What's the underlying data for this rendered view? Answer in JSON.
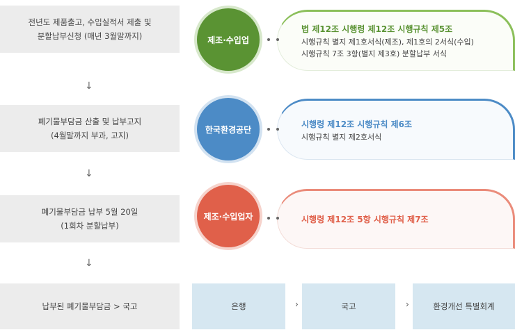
{
  "steps": [
    {
      "line1": "전년도 제품출고, 수입실적서 제출 및",
      "line2": "분할납부신청 (매년 3월말까지)"
    },
    {
      "line1": "폐기물부담금 산출 및 납부고지",
      "line2": "(4월말까지 부과, 고지)"
    },
    {
      "line1": "폐기물부담금 납부 5월 20일",
      "line2": "(1회차 분할납부)"
    },
    {
      "line1": "납부된 폐기물부담금 > 국고"
    }
  ],
  "arrow_glyph": "↓",
  "circles": [
    {
      "label": "제조·수입업",
      "color": "#5a9333"
    },
    {
      "label": "한국환경공단",
      "color": "#4c8bc6"
    },
    {
      "label": "제조·수입업자",
      "color": "#e0604a"
    }
  ],
  "panels": [
    {
      "title": "법 제12조 시행령 제12조 시행규칙 제5조",
      "lines": [
        "시행규칙 별지 제1호서식(제조), 제1호의 2서식(수입)",
        "시행규칙 7조 3항(별지 제3호) 분할납부 서식"
      ]
    },
    {
      "title": "시행령 제12조 시행규칙 제6조",
      "lines": [
        "시행규칙 별지 제2호서식"
      ]
    },
    {
      "title": "시행령 제12조 5항 시행규칙 제7조"
    }
  ],
  "flow": {
    "items": [
      "은행",
      "국고",
      "환경개선 특별회계"
    ],
    "separator": "›"
  }
}
